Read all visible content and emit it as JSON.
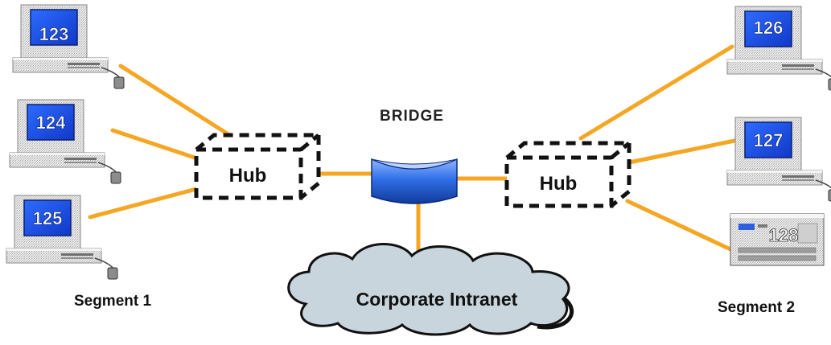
{
  "diagram": {
    "bridge_label": "BRIDGE",
    "hub_left_label": "Hub",
    "hub_right_label": "Hub",
    "cloud_label": "Corporate Intranet",
    "segment1_label": "Segment 1",
    "segment2_label": "Segment 2",
    "computers": {
      "c123": "123",
      "c124": "124",
      "c125": "125",
      "c126": "126",
      "c127": "127",
      "c128": "128"
    }
  },
  "colors": {
    "link": "#f5a623",
    "screen": "#1f4fe0",
    "bridge": "#2f6fe8",
    "cloud": "#c9d5dc"
  },
  "icons": {
    "computer": "desktop-computer-icon",
    "server": "server-icon",
    "hub": "hub-icon",
    "bridge": "bridge-icon",
    "cloud": "cloud-icon"
  }
}
